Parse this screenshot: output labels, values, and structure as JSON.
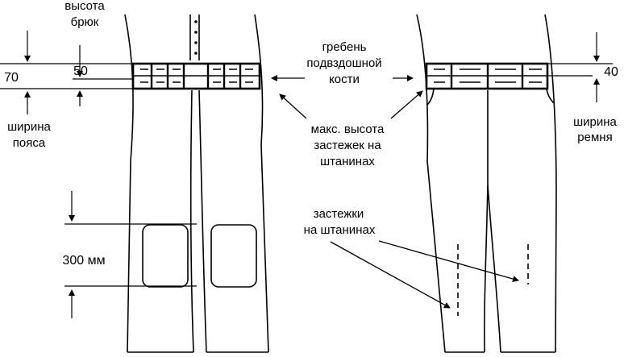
{
  "left_figure": {
    "trouser_height_label": [
      "высота",
      "брюк"
    ],
    "dim_70": "70",
    "dim_50": "50",
    "waistband_width_label": [
      "ширина",
      "пояса"
    ],
    "dim_300": "300 мм"
  },
  "center_labels": {
    "iliac_crest": [
      "гребень",
      "подвздошной",
      "кости"
    ],
    "max_fastener_height": [
      "макс. высота",
      "застежек на",
      "штанинах"
    ],
    "leg_fasteners": [
      "застежки",
      "на штанинах"
    ]
  },
  "right_figure": {
    "dim_40": "40",
    "belt_width_label": [
      "ширина",
      "ремня"
    ]
  }
}
